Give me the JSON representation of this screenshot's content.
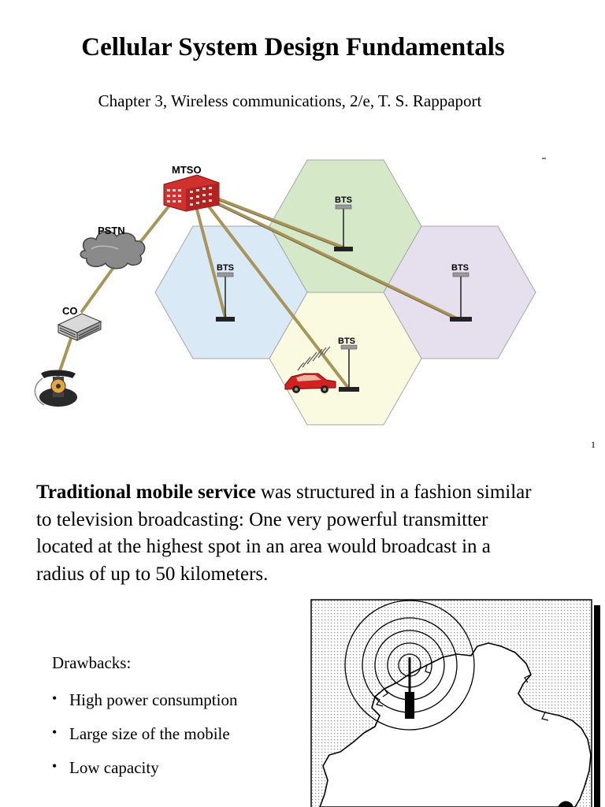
{
  "title": "Cellular System Design Fundamentals",
  "subtitle": "Chapter 3, Wireless communications, 2/e, T. S. Rappaport",
  "page_number": "1",
  "diagram": {
    "labels": {
      "mtso": "MTSO",
      "pstn": "PSTN",
      "co": "CO",
      "bts_top": "BTS",
      "bts_left": "BTS",
      "bts_right": "BTS",
      "bts_bottom": "BTS"
    },
    "colors": {
      "cell_top": "#d5e8c8",
      "cell_left": "#d9e9f6",
      "cell_right": "#e6e0ee",
      "cell_bottom": "#fafae0",
      "link": "#a8955a",
      "mtso_building": "#d0312d",
      "car": "#d42020"
    }
  },
  "paragraph": {
    "bold_lead": "Traditional mobile service",
    "rest": " was structured in a fashion similar to television broadcasting: One very powerful transmitter located at the highest spot in an area would broadcast in a radius of up to 50 kilometers."
  },
  "drawbacks": {
    "heading": "Drawbacks:",
    "items": [
      "High power consumption",
      "Large size of the mobile",
      "Low capacity"
    ]
  }
}
